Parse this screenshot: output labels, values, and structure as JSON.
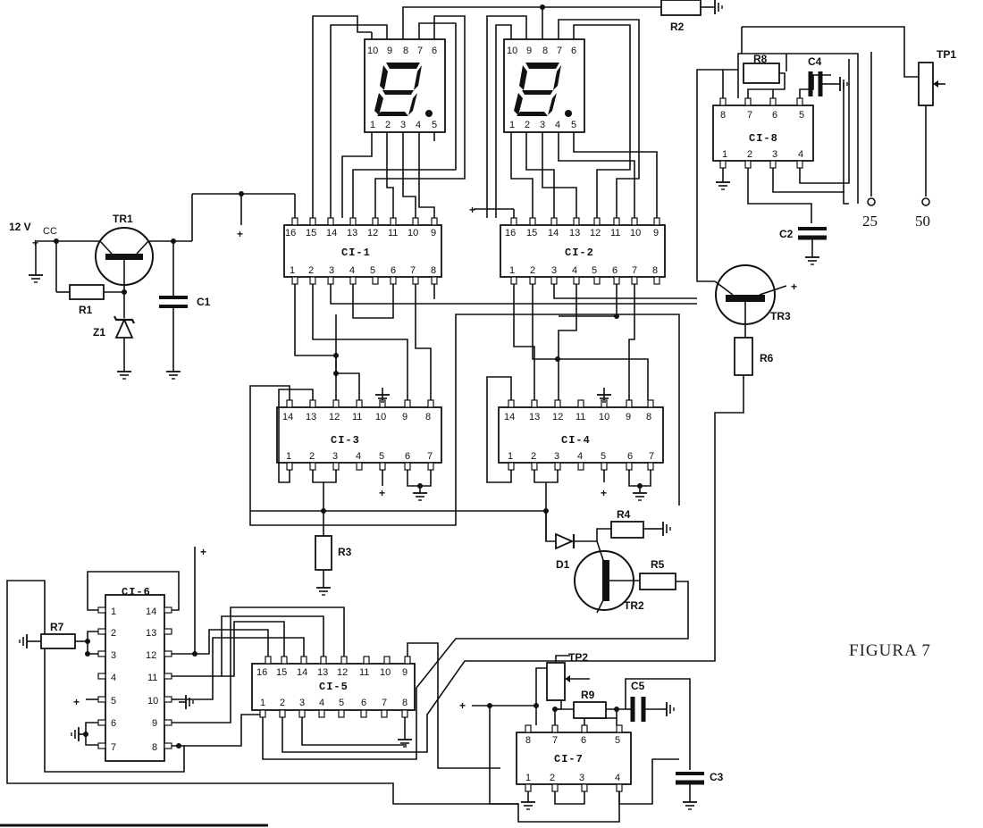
{
  "figure_caption": "FIGURA 7",
  "supply": {
    "label": "12 V",
    "sub": "CC",
    "plus": "+"
  },
  "ics": {
    "ci1": {
      "name": "CI-1",
      "top": [
        "16",
        "15",
        "14",
        "13",
        "12",
        "11",
        "10",
        "9"
      ],
      "bottom": [
        "1",
        "2",
        "3",
        "4",
        "5",
        "6",
        "7",
        "8"
      ]
    },
    "ci2": {
      "name": "CI-2",
      "top": [
        "16",
        "15",
        "14",
        "13",
        "12",
        "11",
        "10",
        "9"
      ],
      "bottom": [
        "1",
        "2",
        "3",
        "4",
        "5",
        "6",
        "7",
        "8"
      ]
    },
    "ci3": {
      "name": "CI-3",
      "top": [
        "14",
        "13",
        "12",
        "11",
        "10",
        "9",
        "8"
      ],
      "bottom": [
        "1",
        "2",
        "3",
        "4",
        "5",
        "6",
        "7"
      ]
    },
    "ci4": {
      "name": "CI-4",
      "top": [
        "14",
        "13",
        "12",
        "11",
        "10",
        "9",
        "8"
      ],
      "bottom": [
        "1",
        "2",
        "3",
        "4",
        "5",
        "6",
        "7"
      ]
    },
    "ci5": {
      "name": "CI-5",
      "top": [
        "16",
        "15",
        "14",
        "13",
        "12",
        "11",
        "10",
        "9"
      ],
      "bottom": [
        "1",
        "2",
        "3",
        "4",
        "5",
        "6",
        "7",
        "8"
      ]
    },
    "ci6": {
      "name": "CI-6",
      "left": [
        "1",
        "2",
        "3",
        "4",
        "5",
        "6",
        "7"
      ],
      "right": [
        "14",
        "13",
        "12",
        "11",
        "10",
        "9",
        "8"
      ]
    },
    "ci7": {
      "name": "CI-7",
      "top": [
        "8",
        "7",
        "6",
        "5"
      ],
      "bottom": [
        "1",
        "2",
        "3",
        "4"
      ]
    },
    "ci8": {
      "name": "CI-8",
      "top": [
        "8",
        "7",
        "6",
        "5"
      ],
      "bottom": [
        "1",
        "2",
        "3",
        "4"
      ]
    }
  },
  "displays": {
    "top": [
      "10",
      "9",
      "8",
      "7",
      "6"
    ],
    "bottom": [
      "1",
      "2",
      "3",
      "4",
      "5"
    ]
  },
  "components": {
    "tr1": "TR1",
    "tr2": "TR2",
    "tr3": "TR3",
    "r1": "R1",
    "r2": "R2",
    "r3": "R3",
    "r4": "R4",
    "r5": "R5",
    "r6": "R6",
    "r7": "R7",
    "r8": "R8",
    "r9": "R9",
    "c1": "C1",
    "c2": "C2",
    "c3": "C3",
    "c4": "C4",
    "c5": "C5",
    "z1": "Z1",
    "d1": "D1",
    "tp1": "TP1",
    "tp2": "TP2"
  },
  "outputs": {
    "out25": "25",
    "out50": "50"
  },
  "plus_sign": "+"
}
